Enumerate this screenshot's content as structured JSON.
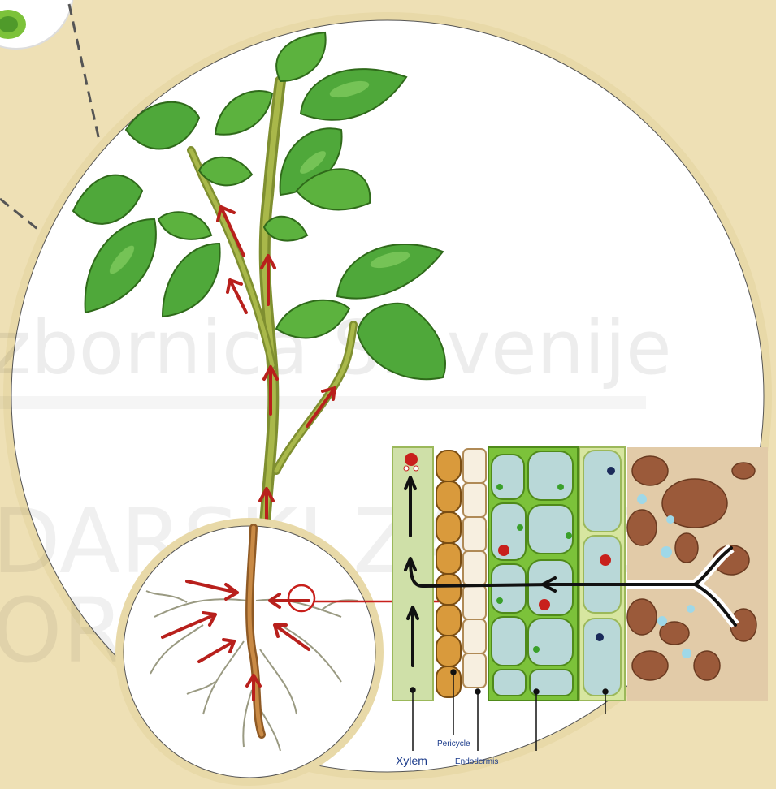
{
  "labels": {
    "xylem": "Xylem",
    "pericycle": "Pericycle",
    "endodermis": "Endodermis"
  },
  "watermark": {
    "line1": "zbornica Slovenije",
    "line2": "DARSKI ZAVOD",
    "line3": "ORICA"
  },
  "colors": {
    "background": "#eee0b5",
    "leaf": "#4fa83a",
    "stem": "#8a9a3a",
    "root": "#b07a3a",
    "arrow": "#b8201c",
    "xylem": "#cfe0a8",
    "pericycle": "#d99a3c",
    "cortex_wall": "#7cc23a",
    "cell_fill": "#b9d8d8",
    "soil": "#9b5a3a",
    "label": "#1a3a8a"
  }
}
